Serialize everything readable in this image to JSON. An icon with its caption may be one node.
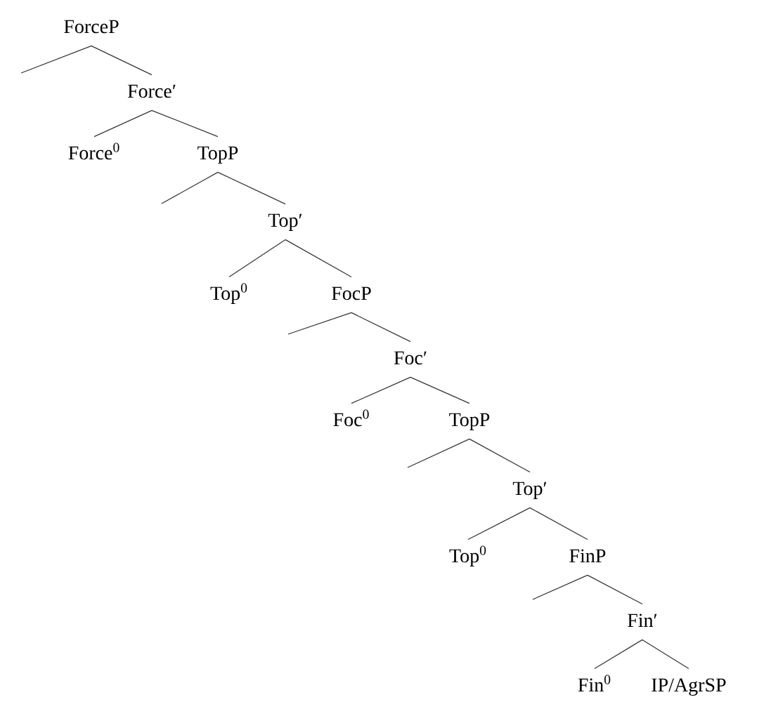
{
  "diagram": {
    "nodes": [
      {
        "text": [
          "ForceP"
        ]
      },
      {
        "text": [
          "Force′"
        ]
      },
      {
        "text": [
          "Force$^{0}$"
        ]
      },
      {
        "text": [
          "TopP"
        ]
      },
      {
        "text": [
          "Top′"
        ]
      },
      {
        "text": [
          "Top$^{0}$"
        ]
      },
      {
        "text": [
          "FocP"
        ]
      },
      {
        "text": [
          "Foc′"
        ]
      },
      {
        "text": [
          "Foc$^{0}$"
        ]
      },
      {
        "text": [
          "TopP"
        ]
      },
      {
        "text": [
          "Top′"
        ]
      },
      {
        "text": [
          "Top$^{0}$"
        ]
      },
      {
        "text": [
          "FinP"
        ]
      },
      {
        "text": [
          "Fin′"
        ]
      },
      {
        "text": [
          "Fin$^{0}$"
        ]
      },
      {
        "text": [
          "IP/AgrSP"
        ]
      }
    ],
    "edges": [
      {
        "from": 0,
        "to": null,
        "arrow": "none"
      },
      {
        "from": 0,
        "to": 1,
        "arrow": "none"
      },
      {
        "from": 1,
        "to": 2,
        "arrow": "none"
      },
      {
        "from": 1,
        "to": 3,
        "arrow": "none"
      },
      {
        "from": 3,
        "to": null,
        "arrow": "none"
      },
      {
        "from": 3,
        "to": 4,
        "arrow": "none"
      },
      {
        "from": 4,
        "to": 5,
        "arrow": "none"
      },
      {
        "from": 4,
        "to": 6,
        "arrow": "none"
      },
      {
        "from": 6,
        "to": null,
        "arrow": "none"
      },
      {
        "from": 6,
        "to": 7,
        "arrow": "none"
      },
      {
        "from": 7,
        "to": 8,
        "arrow": "none"
      },
      {
        "from": 7,
        "to": 9,
        "arrow": "none"
      },
      {
        "from": 9,
        "to": null,
        "arrow": "none"
      },
      {
        "from": 9,
        "to": 10,
        "arrow": "none"
      },
      {
        "from": 10,
        "to": 11,
        "arrow": "none"
      },
      {
        "from": 10,
        "to": 12,
        "arrow": "none"
      },
      {
        "from": 12,
        "to": null,
        "arrow": "none"
      },
      {
        "from": 12,
        "to": 13,
        "arrow": "none"
      },
      {
        "from": 13,
        "to": 14,
        "arrow": "none"
      },
      {
        "from": 13,
        "to": 15,
        "arrow": "none"
      }
    ]
  }
}
